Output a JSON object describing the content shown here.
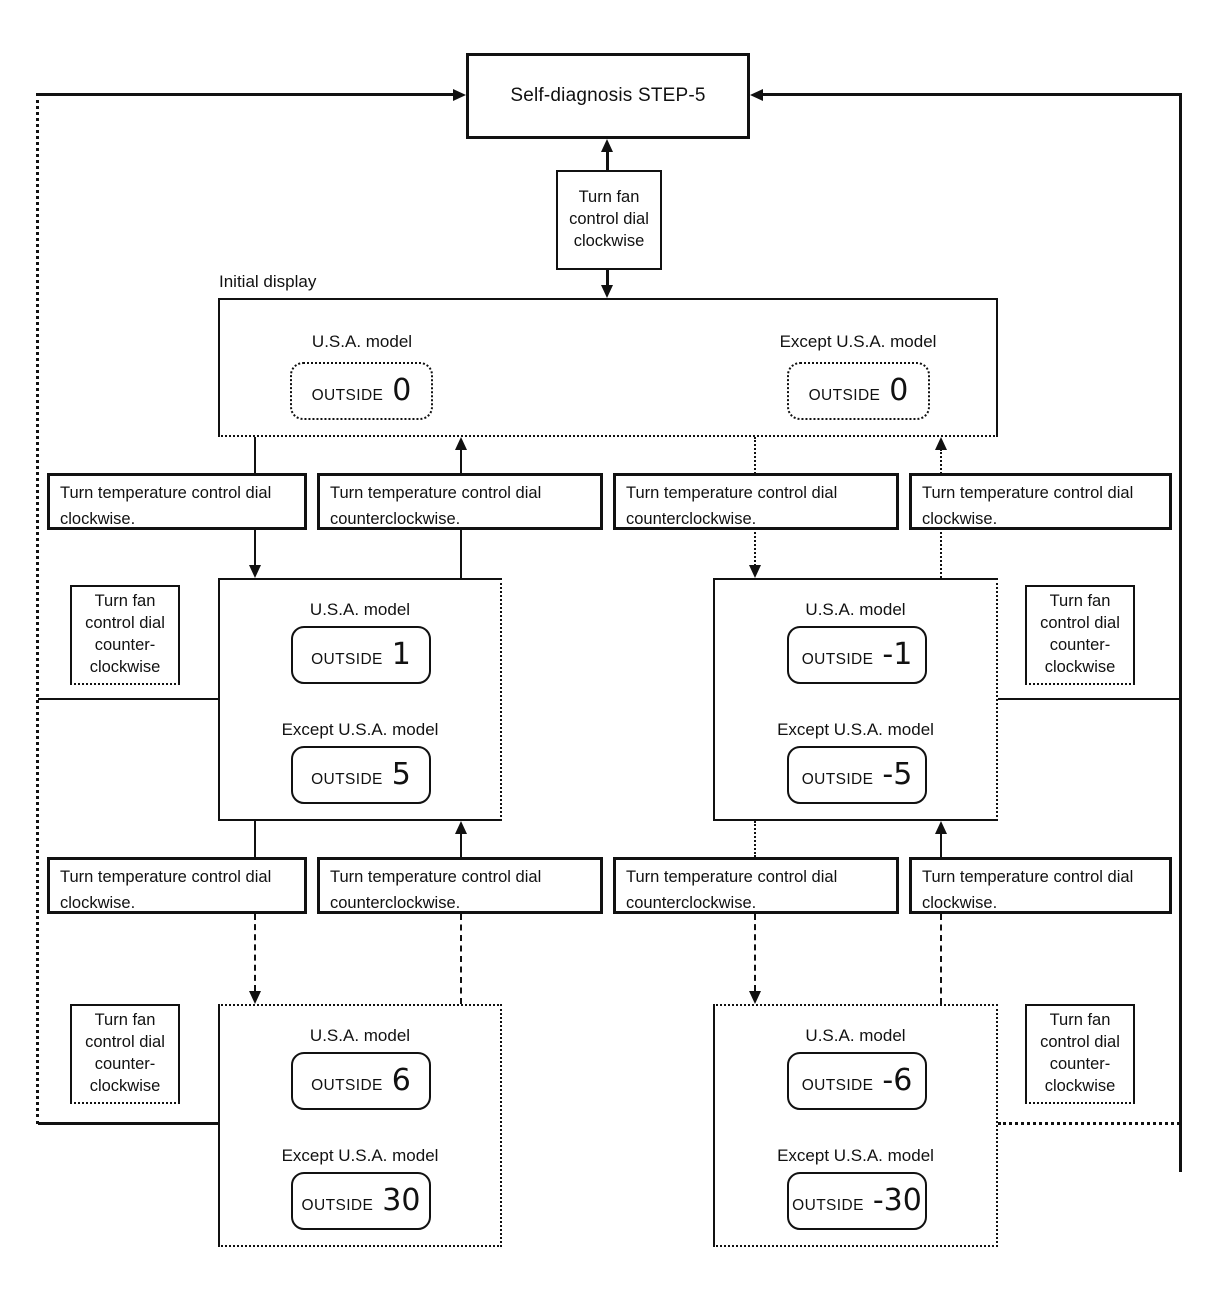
{
  "labels": {
    "step5": "Self-diagnosis STEP-5",
    "fan_clockwise": "Turn fan\ncontrol dial\nclockwise",
    "fan_counterclockwise": "Turn fan\ncontrol dial\ncounter-\nclockwise",
    "initial_display": "Initial display",
    "usa_model": "U.S.A. model",
    "except_usa_model": "Except U.S.A. model",
    "outside": "OUTSIDE",
    "temp_clockwise": "Turn temperature control dial\nclockwise.",
    "temp_counterclockwise": "Turn temperature control dial\ncounterclockwise."
  },
  "values": {
    "initial_usa": "0",
    "initial_except": "0",
    "mid_left_usa": "1",
    "mid_left_except": "5",
    "mid_right_usa": "-1",
    "mid_right_except": "-5",
    "bottom_left_usa": "6",
    "bottom_left_except": "30",
    "bottom_right_usa": "-6",
    "bottom_right_except": "-30"
  },
  "colors": {
    "line": "#111111",
    "background": "#ffffff"
  }
}
